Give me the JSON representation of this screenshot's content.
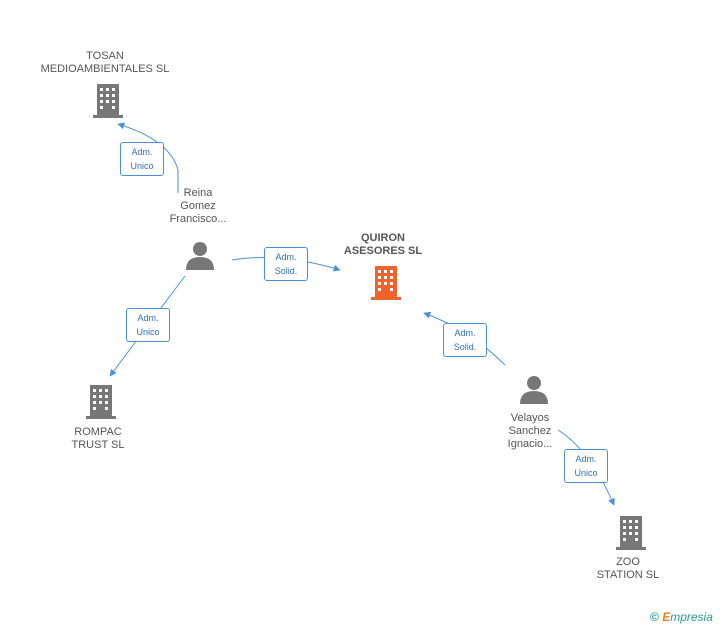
{
  "companies": {
    "tosan": {
      "line1": "TOSAN",
      "line2": "MEDIOAMBIENTALES SL"
    },
    "quiron": {
      "line1": "QUIRON",
      "line2": "ASESORES SL"
    },
    "rompac": {
      "line1": "ROMPAC",
      "line2": "TRUST SL"
    },
    "zoo": {
      "line1": "ZOO",
      "line2": "STATION SL"
    }
  },
  "persons": {
    "reina": {
      "line1": "Reina",
      "line2": "Gomez",
      "line3": "Francisco..."
    },
    "velayos": {
      "line1": "Velayos",
      "line2": "Sanchez",
      "line3": "Ignacio..."
    }
  },
  "relations": [
    {
      "line1": "Adm.",
      "line2": "Unico"
    },
    {
      "line1": "Adm.",
      "line2": "Solid."
    },
    {
      "line1": "Adm.",
      "line2": "Unico"
    },
    {
      "line1": "Adm.",
      "line2": "Solid."
    },
    {
      "line1": "Adm.",
      "line2": "Unico"
    }
  ],
  "colors": {
    "building": "#777777",
    "building_main": "#f0632d",
    "person": "#777777",
    "edge": "#4a90d9"
  },
  "brand": {
    "copyright": "©",
    "initial": "E",
    "rest": "mpresia"
  }
}
